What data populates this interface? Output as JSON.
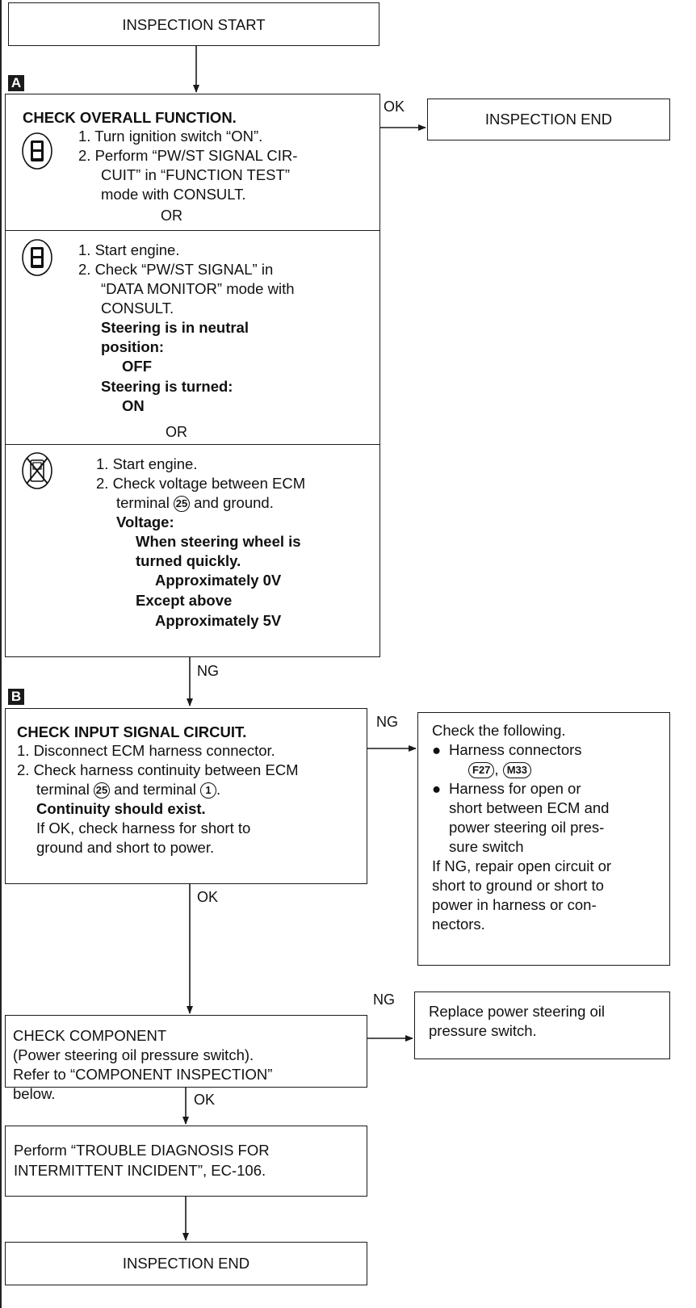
{
  "start": {
    "label": "INSPECTION START"
  },
  "step_a": {
    "marker": "A",
    "title": "CHECK OVERALL FUNCTION.",
    "method1": [
      "1. Turn ignition switch “ON”.",
      "2. Perform “PW/ST SIGNAL CIR-",
      "CUIT” in “FUNCTION TEST”",
      "mode with CONSULT."
    ],
    "or_label": "OR",
    "method2": [
      "1. Start engine.",
      "2. Check “PW/ST SIGNAL” in",
      "“DATA MONITOR” mode with",
      "CONSULT.",
      "Steering is in neutral",
      "position:",
      "OFF",
      "Steering is turned:",
      "ON"
    ],
    "method3": [
      "1. Start engine.",
      "2. Check voltage between ECM",
      "terminal",
      "25",
      "and ground.",
      "Voltage:",
      "When steering wheel is",
      "turned quickly.",
      "Approximately 0V",
      "Except above",
      "Approximately 5V"
    ],
    "ok_label": "OK",
    "ok_result": "INSPECTION END",
    "ng_label": "NG"
  },
  "step_b": {
    "marker": "B",
    "title": "CHECK INPUT SIGNAL CIRCUIT.",
    "lines": [
      "1. Disconnect ECM harness connector.",
      "2. Check harness continuity between ECM",
      "terminal",
      "25",
      "and terminal",
      "1",
      ".",
      "Continuity should exist.",
      "If OK, check harness for short to",
      "ground and short to power."
    ],
    "ng_label": "NG",
    "ng_result": {
      "lines": [
        "Check the following.",
        "Harness connectors",
        "F27",
        ",",
        "M33",
        "Harness for open or",
        "short between ECM and",
        "power steering oil pres-",
        "sure switch",
        "If NG, repair open circuit or",
        "short to ground or short to",
        "power in harness or con-",
        "nectors."
      ]
    },
    "ok_label": "OK"
  },
  "step_c": {
    "lines": [
      "CHECK COMPONENT",
      "(Power steering oil pressure switch).",
      "Refer to “COMPONENT INSPECTION”",
      "below."
    ],
    "ng_label": "NG",
    "ng_result": [
      "Replace power steering oil",
      "pressure switch."
    ],
    "ok_label": "OK"
  },
  "step_d": {
    "lines": [
      "Perform “TROUBLE DIAGNOSIS FOR",
      "INTERMITTENT INCIDENT”, EC-106."
    ]
  },
  "end": {
    "label": "INSPECTION END"
  },
  "icons": {
    "consult_function_test": "consult-tester-icon",
    "consult_data_monitor": "consult-tester-icon",
    "no_consult": "consult-crossed-out-icon"
  }
}
